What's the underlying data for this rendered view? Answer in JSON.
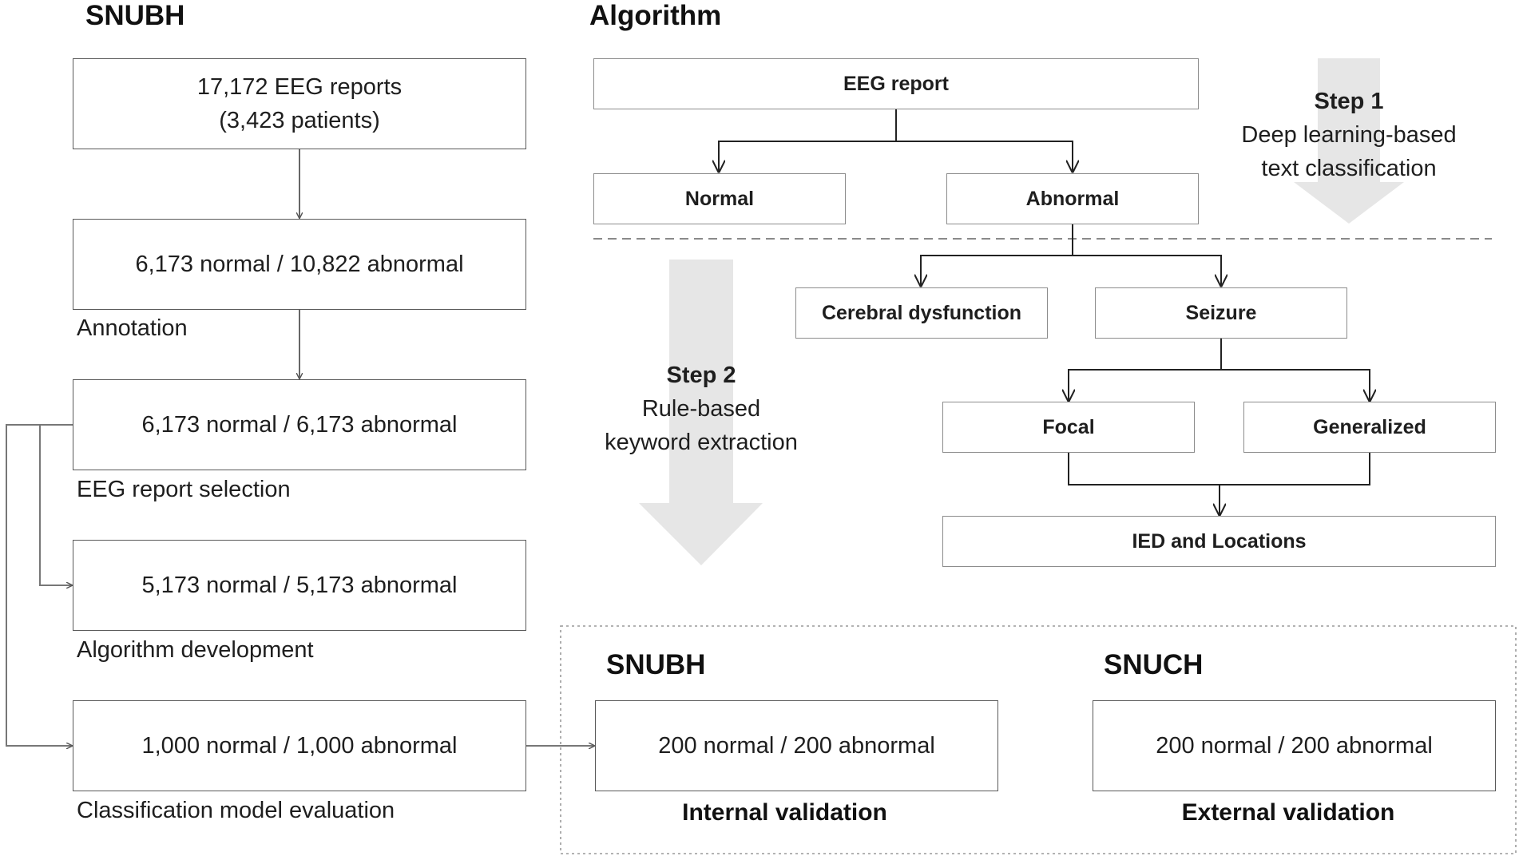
{
  "left": {
    "header": "SNUBH",
    "boxes": [
      {
        "line1": "17,172 EEG reports",
        "line2": "(3,423 patients)"
      },
      {
        "text": "6,173 normal / 10,822 abnormal"
      },
      {
        "text": "6,173 normal / 6,173 abnormal"
      },
      {
        "text": "5,173 normal / 5,173 abnormal"
      },
      {
        "text": "1,000 normal / 1,000 abnormal"
      }
    ],
    "labels": [
      "Annotation",
      "EEG report selection",
      "Algorithm development",
      "Classification model evaluation"
    ]
  },
  "algorithm": {
    "header": "Algorithm",
    "nodes": {
      "eeg_report": "EEG report",
      "normal": "Normal",
      "abnormal": "Abnormal",
      "cerebral": "Cerebral dysfunction",
      "seizure": "Seizure",
      "focal": "Focal",
      "generalized": "Generalized",
      "ied": "IED and Locations"
    },
    "step1": {
      "title": "Step 1",
      "line1": "Deep learning-based",
      "line2": "text classification"
    },
    "step2": {
      "title": "Step 2",
      "line1": "Rule-based",
      "line2": "keyword extraction"
    }
  },
  "validation": {
    "internal": {
      "site": "SNUBH",
      "box": "200 normal / 200 abnormal",
      "label": "Internal validation"
    },
    "external": {
      "site": "SNUCH",
      "box": "200 normal / 200 abnormal",
      "label": "External validation"
    }
  }
}
